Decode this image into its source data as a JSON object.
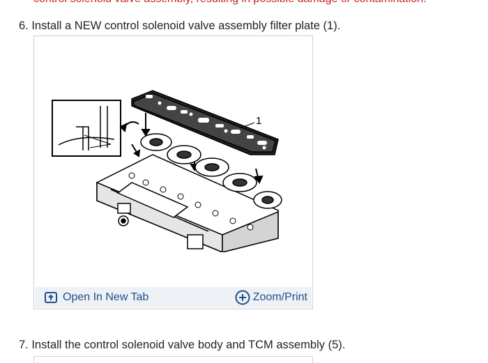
{
  "caution_text": "control solenoid valve assembly, resulting in possible damage or contamination.",
  "steps": {
    "step6": "6. Install a NEW control solenoid valve assembly filter plate (1).",
    "step7": "7. Install the control solenoid valve body and TCM assembly (5)."
  },
  "figure": {
    "callout_label": "1",
    "open_label": "Open In New Tab",
    "zoom_label": "Zoom/Print",
    "open_icon": "open-in-new-tab-icon",
    "zoom_icon": "plus-circle-icon"
  },
  "colors": {
    "caution": "#cc1f1f",
    "link": "#1f4f88",
    "action_bar_bg": "#eef1f5"
  }
}
